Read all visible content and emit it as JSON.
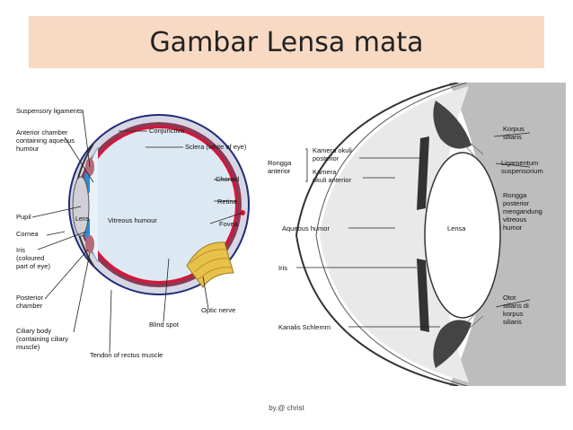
{
  "slide": {
    "title": "Gambar Lensa mata",
    "footer": "by.@ christ"
  },
  "diagram_left": {
    "labels": {
      "suspensory": "Suspensory ligaments",
      "anterior_1": "Anterior chamber",
      "anterior_2": "containing aqueous",
      "anterior_3": "humour",
      "pupil": "Pupil",
      "cornea": "Cornea",
      "iris_1": "Iris",
      "iris_2": "(coloured",
      "iris_3": "part of eye)",
      "posterior_1": "Posterior",
      "posterior_2": "chamber",
      "ciliary_1": "Ciliary body",
      "ciliary_2": "(containing ciliary",
      "ciliary_3": "muscle)",
      "conjunctiva": "Conjunctiva",
      "sclera": "Sclera (white of eye)",
      "choroid": "Choroid",
      "retina": "Retina",
      "fovea": "Fovea",
      "lens": "Lens",
      "vitreous": "Vitreous humour",
      "optic_nerve": "Optic nerve",
      "blind_spot": "Blind spot",
      "tendon": "Tendon of rectus muscle"
    }
  },
  "diagram_right": {
    "labels": {
      "rongga_anterior_1": "Rongga",
      "rongga_anterior_2": "anterior",
      "kamera_post_1": "Kamera okuli",
      "kamera_post_2": "posterior",
      "kamera_ant_1": "Kamera",
      "kamera_ant_2": "okuli anterior",
      "aqueous": "Aqueous humor",
      "iris": "Iris",
      "kanalis": "Kanalis Schlemm",
      "lensa": "Lensa",
      "korpus_1": "Korpus",
      "korpus_2": "siliaris",
      "ligamentum_1": "Ligamentum",
      "ligamentum_2": "suspensorium",
      "rongga_post_1": "Rongga",
      "rongga_post_2": "posterior",
      "rongga_post_3": "mengandung",
      "rongga_post_4": "vitreous",
      "rongga_post_5": "humor",
      "otot_1": "Otot",
      "otot_2": "silians di",
      "otot_3": "korpus",
      "otot_4": "siliaris"
    }
  }
}
